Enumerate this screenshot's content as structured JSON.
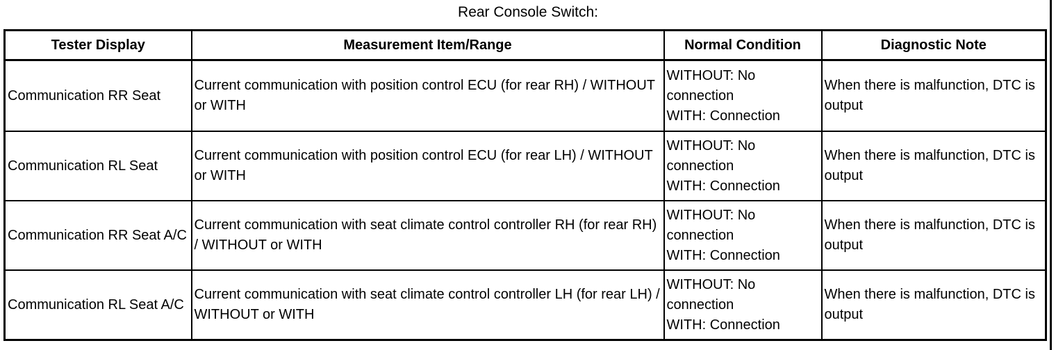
{
  "caption": "Rear Console Switch:",
  "table": {
    "headers": [
      "Tester Display",
      "Measurement Item/Range",
      "Normal Condition",
      "Diagnostic Note"
    ],
    "rows": [
      {
        "tester_display": "Communication RR Seat",
        "measurement": "Current communication with position control ECU (for rear RH) / WITHOUT or WITH",
        "normal_condition": "WITHOUT: No connection\nWITH: Connection",
        "diagnostic_note": "When there is malfunction, DTC is output"
      },
      {
        "tester_display": "Communication RL Seat",
        "measurement": "Current communication with position control ECU (for rear LH) / WITHOUT or WITH",
        "normal_condition": "WITHOUT: No connection\nWITH: Connection",
        "diagnostic_note": "When there is malfunction, DTC is output"
      },
      {
        "tester_display": "Communication RR Seat A/C",
        "measurement": "Current communication with seat climate control controller RH (for rear RH) / WITHOUT or WITH",
        "normal_condition": "WITHOUT: No connection\nWITH: Connection",
        "diagnostic_note": "When there is malfunction, DTC is output"
      },
      {
        "tester_display": "Communication RL Seat A/C",
        "measurement": "Current communication with seat climate control controller LH (for rear LH) / WITHOUT or WITH",
        "normal_condition": "WITHOUT: No connection\nWITH: Connection",
        "diagnostic_note": "When there is malfunction, DTC is output"
      }
    ]
  }
}
